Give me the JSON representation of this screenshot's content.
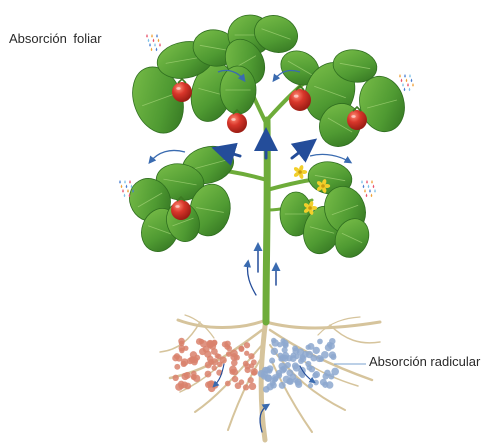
{
  "labels": {
    "foliar": "Absorción  foliar",
    "radicular": "Absorción radicular"
  },
  "colors": {
    "leaf": "#4f9a32",
    "leaf_dark": "#2f6e1f",
    "stem": "#6eac3a",
    "tomato": "#d8362a",
    "root": "#d6c49c",
    "arrow_blue": "#244d9a",
    "nutrient_red": "#d9816c",
    "nutrient_blue": "#8da8cf",
    "flower": "#f2cf2b"
  },
  "icons": [
    "spray-drops-icon",
    "tomato-fruit",
    "flower",
    "leaf",
    "root-system",
    "flow-arrow"
  ]
}
